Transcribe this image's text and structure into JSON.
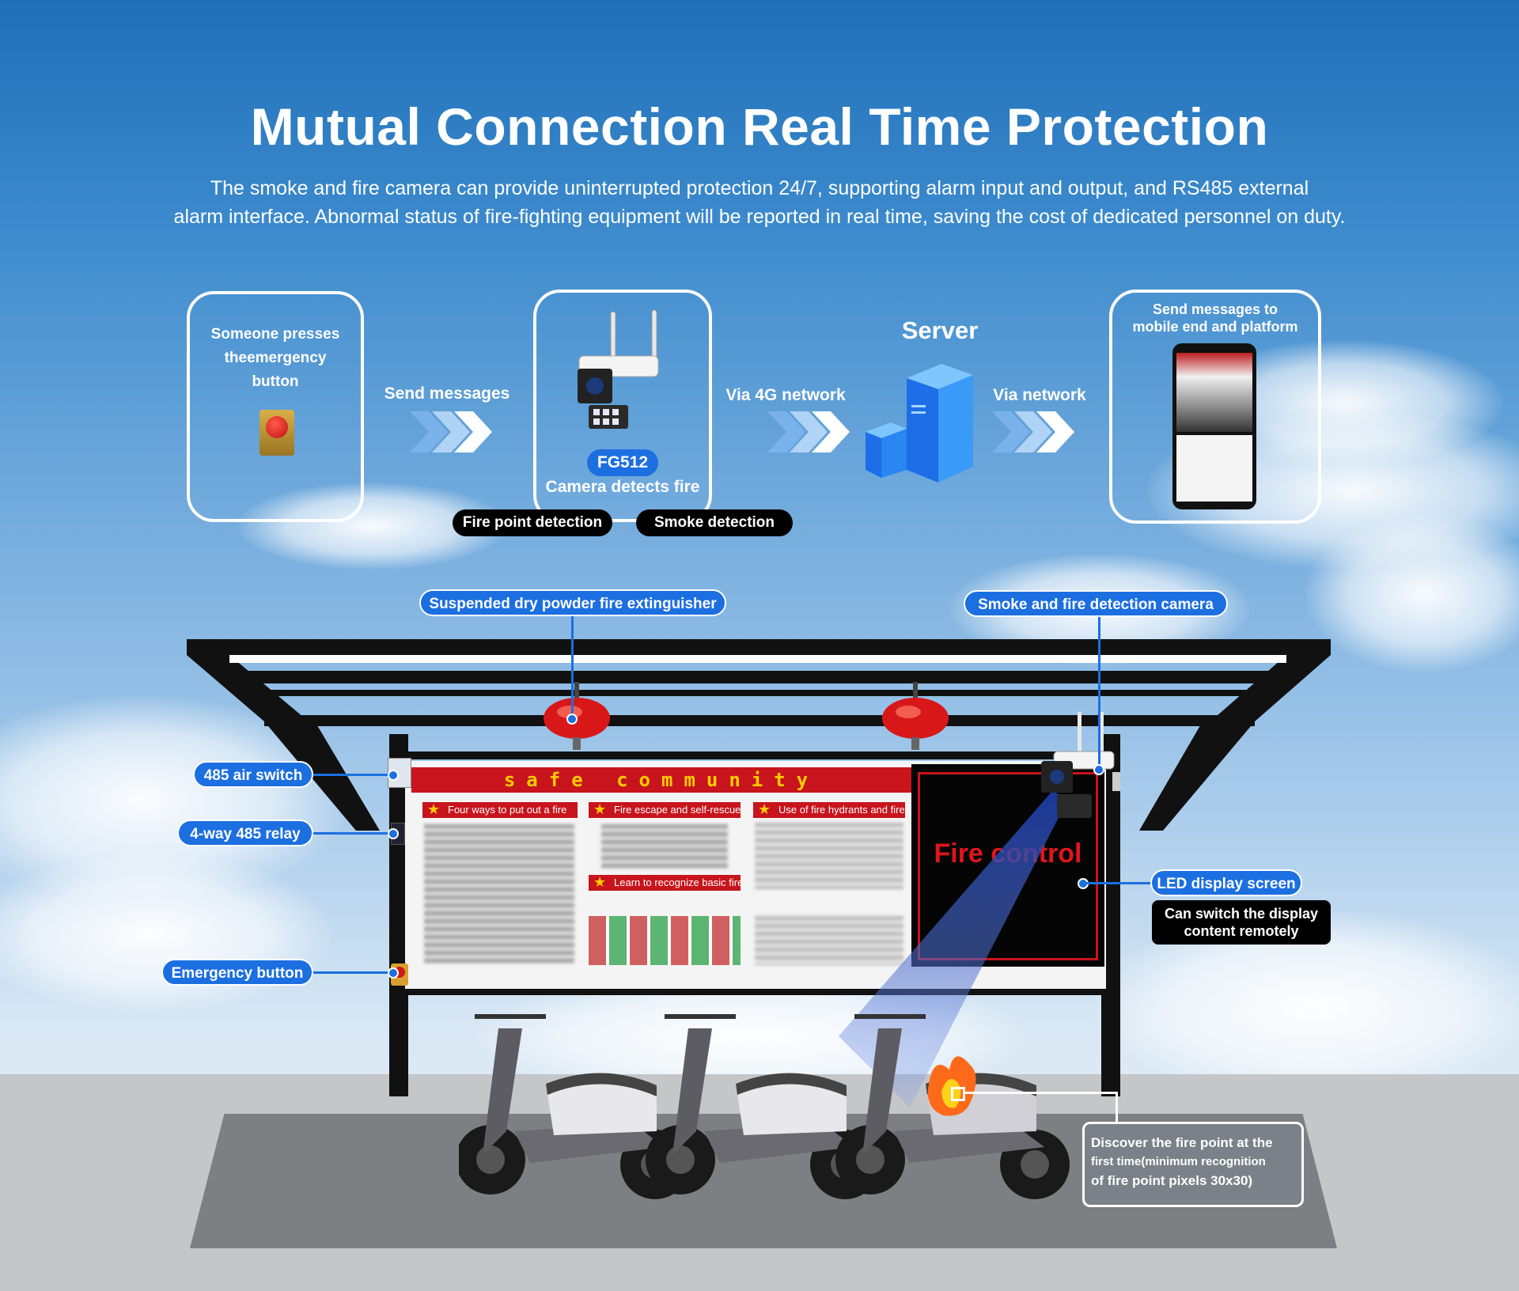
{
  "header": {
    "title": "Mutual Connection Real Time Protection",
    "subtitle_line1": "The smoke and fire camera can provide uninterrupted protection 24/7, supporting alarm input and output, and RS485 external",
    "subtitle_line2": "alarm interface. Abnormal status of fire-fighting equipment will be reported in real time, saving the cost of dedicated personnel on duty."
  },
  "flow": {
    "card1": {
      "line1": "Someone presses",
      "line2": "theemergency",
      "line3": "button"
    },
    "arrow1_label": "Send messages",
    "camera": {
      "model": "FG512",
      "caption": "Camera detects fire"
    },
    "detections": [
      "Fire point detection",
      "Smoke detection"
    ],
    "arrow2_label": "Via 4G network",
    "server_label": "Server",
    "arrow3_label": "Via network",
    "card4": {
      "line1": "Send messages to",
      "line2": "mobile end and platform"
    }
  },
  "callouts": {
    "extinguisher": "Suspended dry powder fire extinguisher",
    "camera": "Smoke and fire detection camera",
    "air_switch": "485 air switch",
    "relay": "4-way 485 relay",
    "emergency": "Emergency button",
    "led": "LED display screen",
    "led_note_line1": "Can switch the display",
    "led_note_line2": "content remotely",
    "fire_point_line1": "Discover the fire point at the",
    "fire_point_line2": "first time(minimum recognition",
    "fire_point_line3": "of fire point pixels 30x30)"
  },
  "board": {
    "banner": "safe community",
    "headings": [
      "Four ways to put out a fire",
      "Fire escape and self-rescue twe",
      "Use of fire hydrants and fire ext",
      "Learn to recognize basic fire sig"
    ],
    "led_text": "Fire control"
  },
  "colors": {
    "accent": "#1c6fe0",
    "banner_red": "#c8141c",
    "led_red": "#e0141c"
  }
}
